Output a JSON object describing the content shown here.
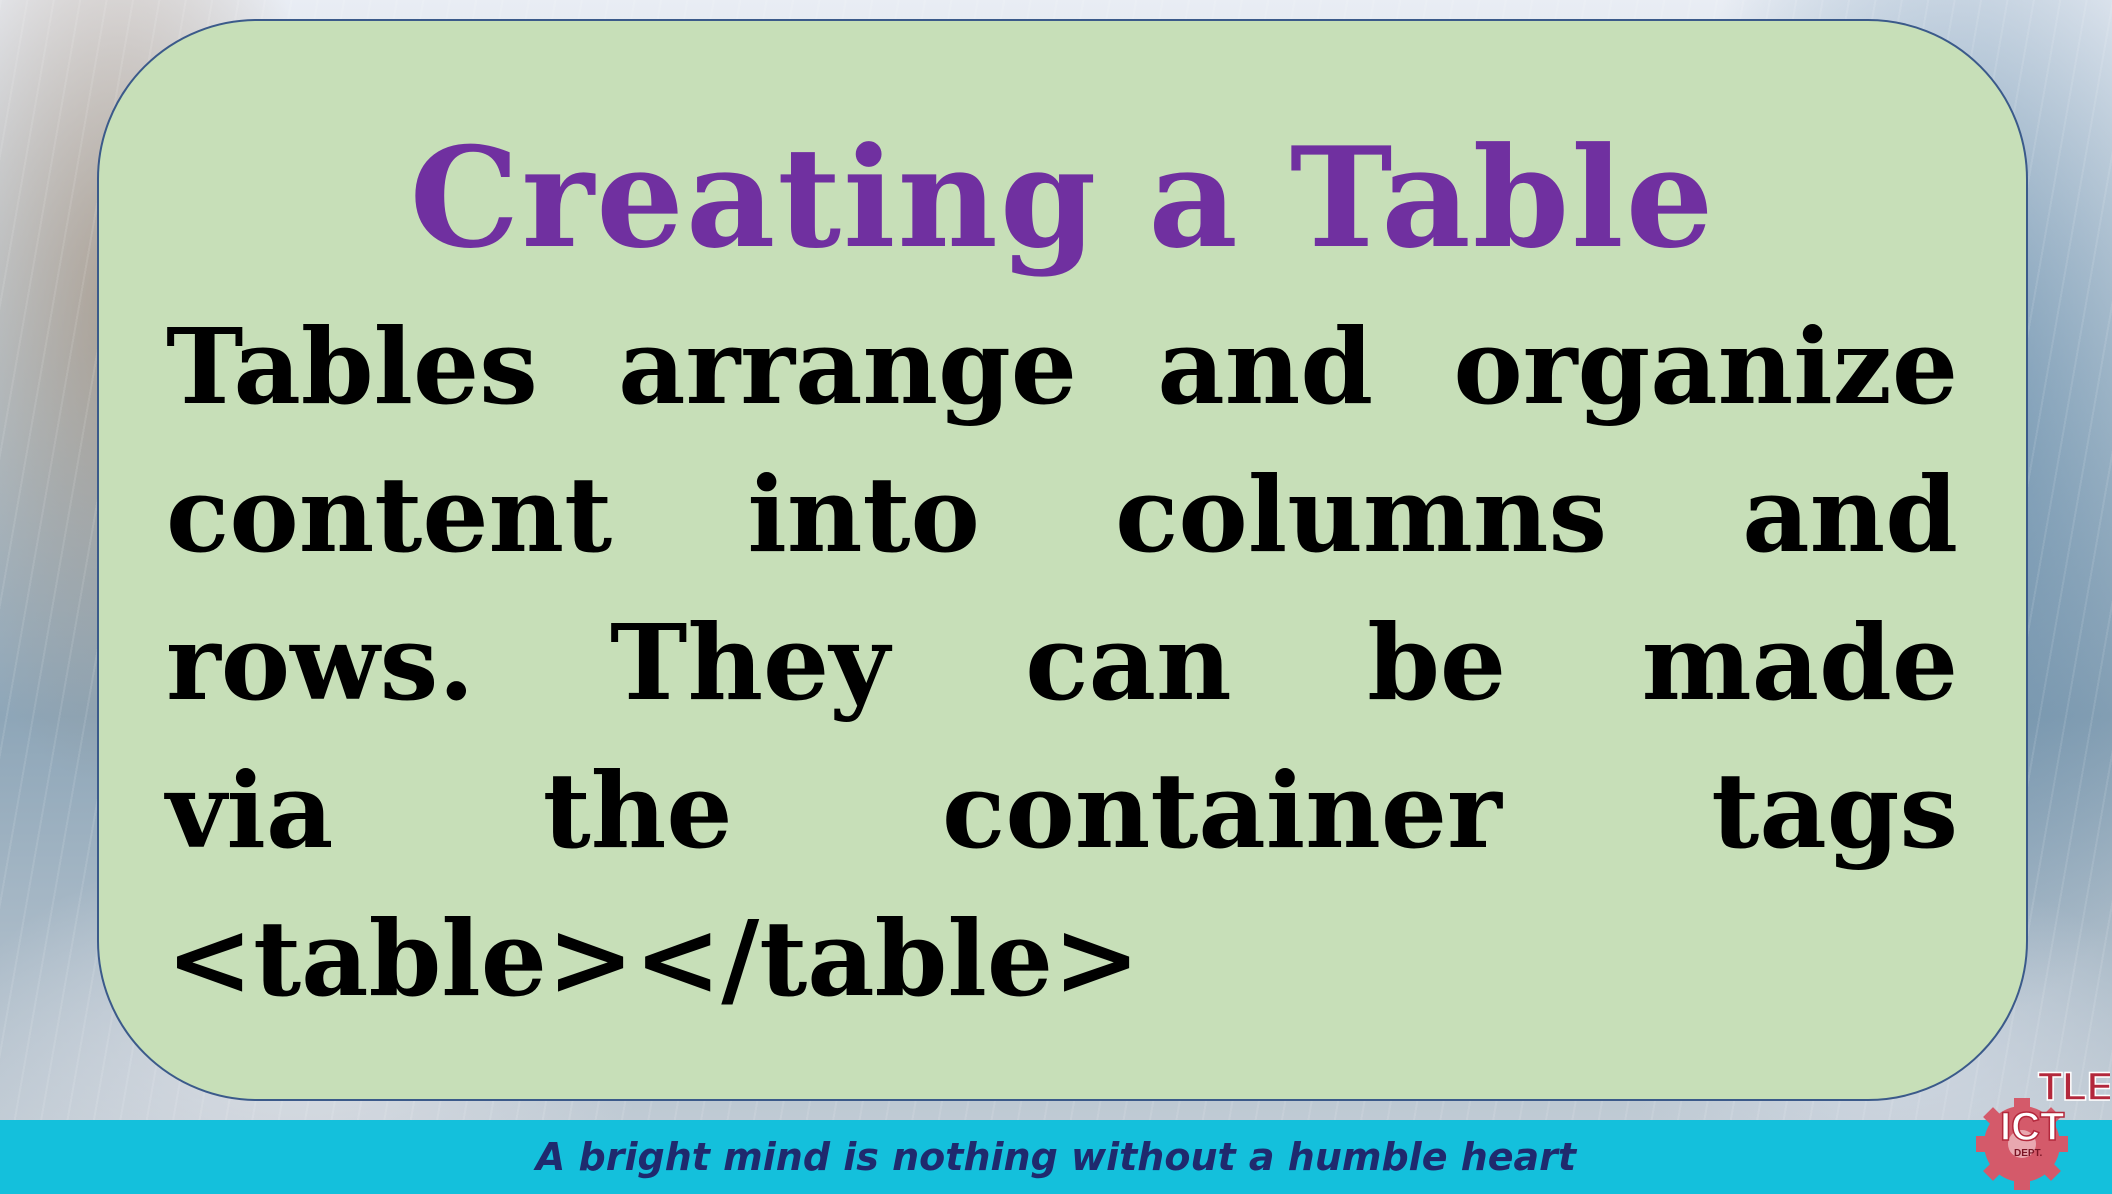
{
  "slide": {
    "title": "Creating a Table",
    "body_lines": [
      "Tables arrange and organize",
      "content into columns and",
      "rows.  They can be made",
      "via the container tags",
      "<table></table>"
    ]
  },
  "footer": {
    "motto": "A bright mind is nothing without a humble heart"
  },
  "logo": {
    "line1": "TLE",
    "line2": "ICT",
    "line3": "DEPT."
  },
  "colors": {
    "card_fill": "#c7dfb8",
    "title": "#7030a0",
    "footer_bar": "#14c0dc",
    "footer_text": "#1f2a6e"
  }
}
